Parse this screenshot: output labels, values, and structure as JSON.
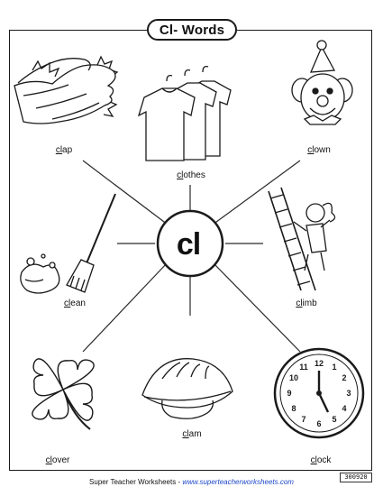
{
  "title": "Cl- Words",
  "center": "cl",
  "words": [
    {
      "id": "clap",
      "prefix": "cl",
      "rest": "ap"
    },
    {
      "id": "clothes",
      "prefix": "cl",
      "rest": "othes"
    },
    {
      "id": "clown",
      "prefix": "cl",
      "rest": "own"
    },
    {
      "id": "clean",
      "prefix": "cl",
      "rest": "ean"
    },
    {
      "id": "climb",
      "prefix": "cl",
      "rest": "imb"
    },
    {
      "id": "clover",
      "prefix": "cl",
      "rest": "over"
    },
    {
      "id": "clam",
      "prefix": "cl",
      "rest": "am"
    },
    {
      "id": "clock",
      "prefix": "cl",
      "rest": "ock"
    }
  ],
  "code": "300920",
  "footer": {
    "text": "Super Teacher Worksheets - ",
    "url": "www.superteacherworksheets.com"
  }
}
